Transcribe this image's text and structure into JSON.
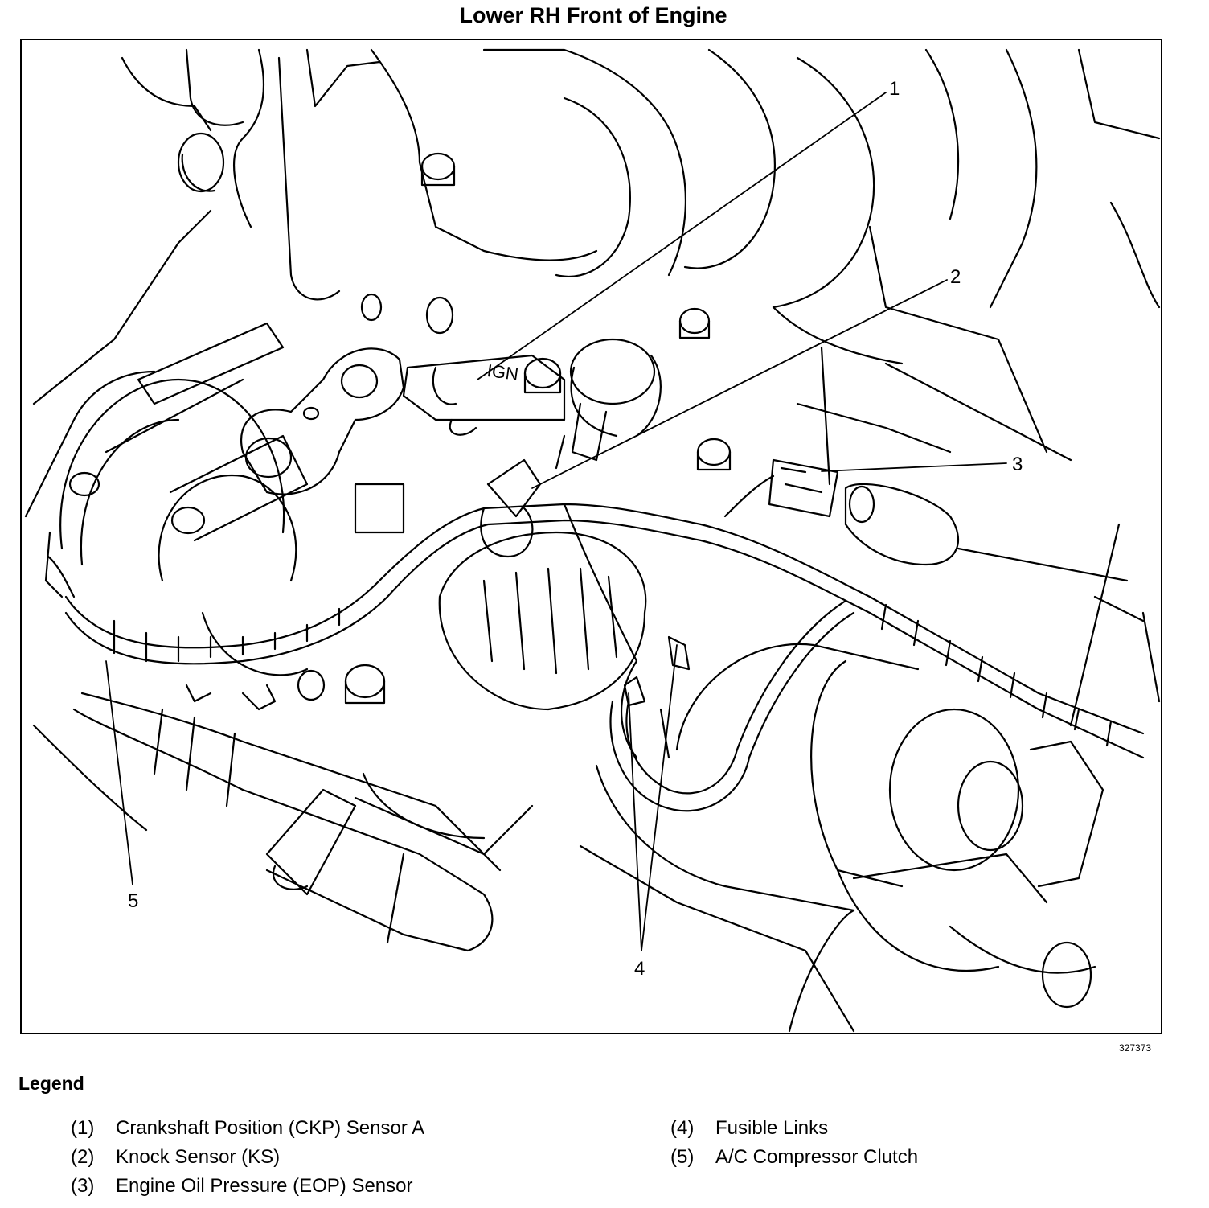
{
  "title": "Lower RH Front of Engine",
  "figure_id": "327373",
  "legend": {
    "heading": "Legend",
    "left_items": [
      {
        "num": "(1)",
        "label": "Crankshaft Position (CKP) Sensor A"
      },
      {
        "num": "(2)",
        "label": "Knock Sensor (KS)"
      },
      {
        "num": "(3)",
        "label": "Engine Oil Pressure (EOP) Sensor"
      }
    ],
    "right_items": [
      {
        "num": "(4)",
        "label": "Fusible Links"
      },
      {
        "num": "(5)",
        "label": "A/C Compressor Clutch"
      }
    ]
  },
  "callouts": [
    "1",
    "2",
    "3",
    "4",
    "5"
  ],
  "component_text": "IGN"
}
